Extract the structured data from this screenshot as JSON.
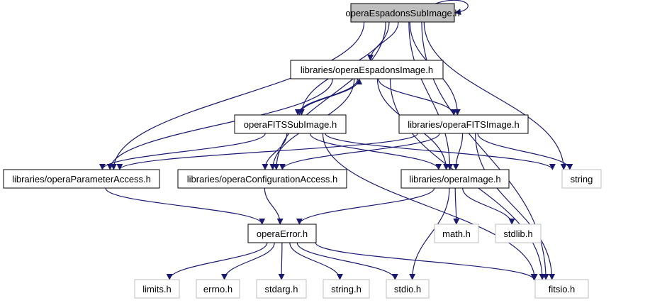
{
  "nodes": {
    "root": "operaEspadonsSubImage.h",
    "espadons_image": "libraries/operaEspadonsImage.h",
    "fits_sub_image": "operaFITSSubImage.h",
    "fits_image": "libraries/operaFITSImage.h",
    "parameter_access": "libraries/operaParameterAccess.h",
    "configuration_access": "libraries/operaConfigurationAccess.h",
    "opera_image": "libraries/operaImage.h",
    "string": "string",
    "opera_error": "operaError.h",
    "math": "math.h",
    "stdlib": "stdlib.h",
    "limits": "limits.h",
    "errno": "errno.h",
    "stdarg": "stdarg.h",
    "string_h": "string.h",
    "stdio": "stdio.h",
    "fitsio": "fitsio.h"
  },
  "colors": {
    "edge": "#191970",
    "root_fill": "#bfbfbf",
    "external_border": "#bfbfbf",
    "internal_border": "#000000"
  },
  "edges": [
    [
      "root",
      "root"
    ],
    [
      "root",
      "espadons_image"
    ],
    [
      "root",
      "fits_sub_image"
    ],
    [
      "root",
      "fits_image"
    ],
    [
      "root",
      "parameter_access"
    ],
    [
      "root",
      "configuration_access"
    ],
    [
      "root",
      "opera_image"
    ],
    [
      "root",
      "string"
    ],
    [
      "root",
      "fitsio"
    ],
    [
      "espadons_image",
      "fits_sub_image"
    ],
    [
      "espadons_image",
      "fits_image"
    ],
    [
      "espadons_image",
      "parameter_access"
    ],
    [
      "espadons_image",
      "configuration_access"
    ],
    [
      "espadons_image",
      "opera_image"
    ],
    [
      "espadons_image",
      "fitsio"
    ],
    [
      "fits_sub_image",
      "espadons_image"
    ],
    [
      "fits_sub_image",
      "parameter_access"
    ],
    [
      "fits_sub_image",
      "configuration_access"
    ],
    [
      "fits_sub_image",
      "opera_image"
    ],
    [
      "fits_sub_image",
      "string"
    ],
    [
      "fits_sub_image",
      "fitsio"
    ],
    [
      "fits_image",
      "parameter_access"
    ],
    [
      "fits_image",
      "configuration_access"
    ],
    [
      "fits_image",
      "opera_image"
    ],
    [
      "fits_image",
      "string"
    ],
    [
      "fits_image",
      "fitsio"
    ],
    [
      "parameter_access",
      "opera_error"
    ],
    [
      "configuration_access",
      "opera_error"
    ],
    [
      "opera_image",
      "opera_error"
    ],
    [
      "opera_image",
      "math"
    ],
    [
      "opera_image",
      "stdlib"
    ],
    [
      "opera_image",
      "stdio"
    ],
    [
      "opera_error",
      "limits"
    ],
    [
      "opera_error",
      "errno"
    ],
    [
      "opera_error",
      "stdarg"
    ],
    [
      "opera_error",
      "string_h"
    ],
    [
      "opera_error",
      "stdio"
    ],
    [
      "opera_error",
      "fitsio"
    ]
  ]
}
